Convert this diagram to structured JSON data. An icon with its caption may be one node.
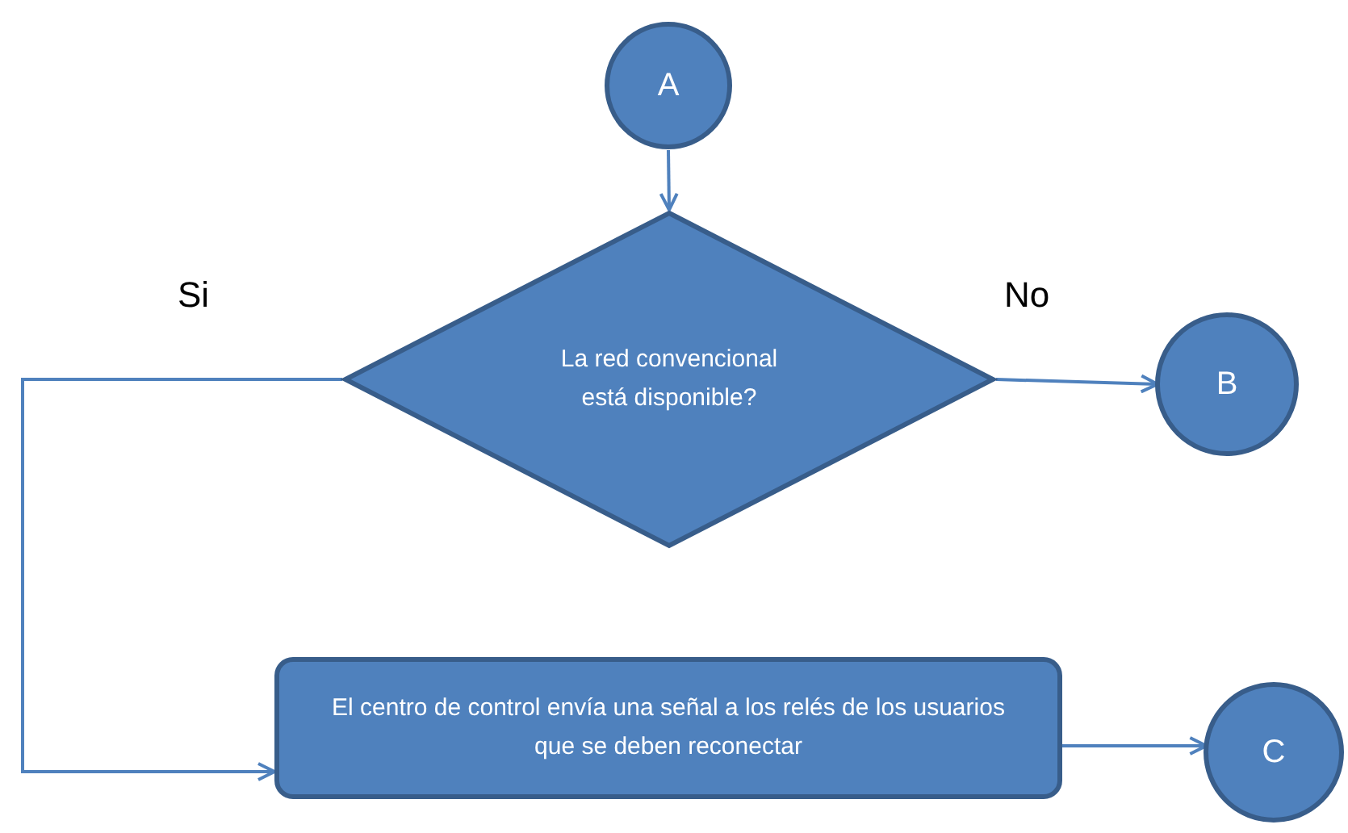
{
  "diagram": {
    "nodes": [
      {
        "text": [
          "A"
        ]
      },
      {
        "text": [
          "La red convencional está disponible?"
        ]
      },
      {
        "text": [
          "B"
        ]
      },
      {
        "text": [
          "El centro de control envía una señal a los relés de los usuarios que se deben reconectar"
        ]
      },
      {
        "text": [
          "C"
        ]
      }
    ],
    "edges": [
      {
        "from": 0,
        "to": 1,
        "arrow": "to"
      },
      {
        "from": 1,
        "to": 2,
        "arrow": "to",
        "label": "No"
      },
      {
        "from": 1,
        "to": 3,
        "arrow": "to",
        "label": "Si"
      },
      {
        "from": 3,
        "to": 4,
        "arrow": "to"
      }
    ]
  }
}
